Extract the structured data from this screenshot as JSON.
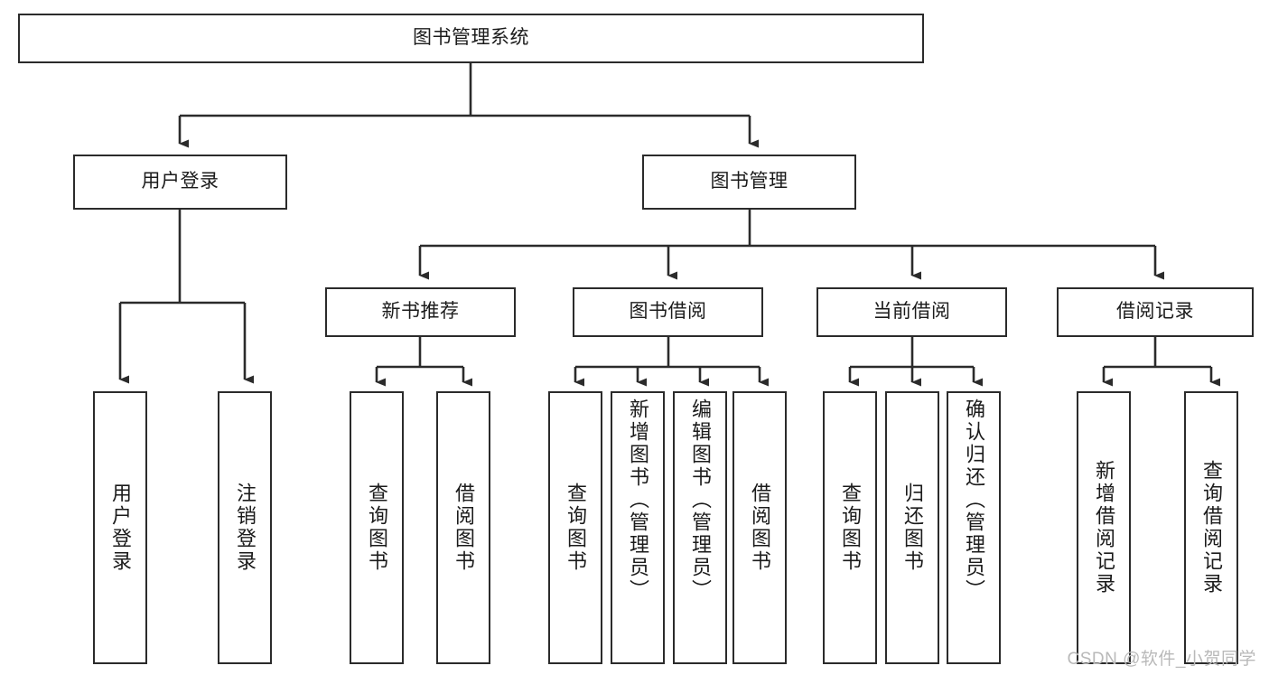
{
  "diagram": {
    "title": "图书管理系统",
    "type": "功能结构图",
    "accent_color": "#2b2b2b",
    "background_color": "#ffffff",
    "root": {
      "label": "图书管理系统",
      "children": [
        {
          "label": "用户登录",
          "children": [
            {
              "label": "用户登录"
            },
            {
              "label": "注销登录"
            }
          ]
        },
        {
          "label": "图书管理",
          "children": [
            {
              "label": "新书推荐",
              "children": [
                {
                  "label": "查询图书"
                },
                {
                  "label": "借阅图书"
                }
              ]
            },
            {
              "label": "图书借阅",
              "children": [
                {
                  "label": "查询图书"
                },
                {
                  "label": "新增图书（管理员）"
                },
                {
                  "label": "编辑图书（管理员）"
                },
                {
                  "label": "借阅图书"
                }
              ]
            },
            {
              "label": "当前借阅",
              "children": [
                {
                  "label": "查询图书"
                },
                {
                  "label": "归还图书"
                },
                {
                  "label": "确认归还（管理员）"
                }
              ]
            },
            {
              "label": "借阅记录",
              "children": [
                {
                  "label": "新增借阅记录"
                },
                {
                  "label": "查询借阅记录"
                }
              ]
            }
          ]
        }
      ]
    }
  },
  "watermark": {
    "text": "CSDN @软件_小贺同学"
  }
}
